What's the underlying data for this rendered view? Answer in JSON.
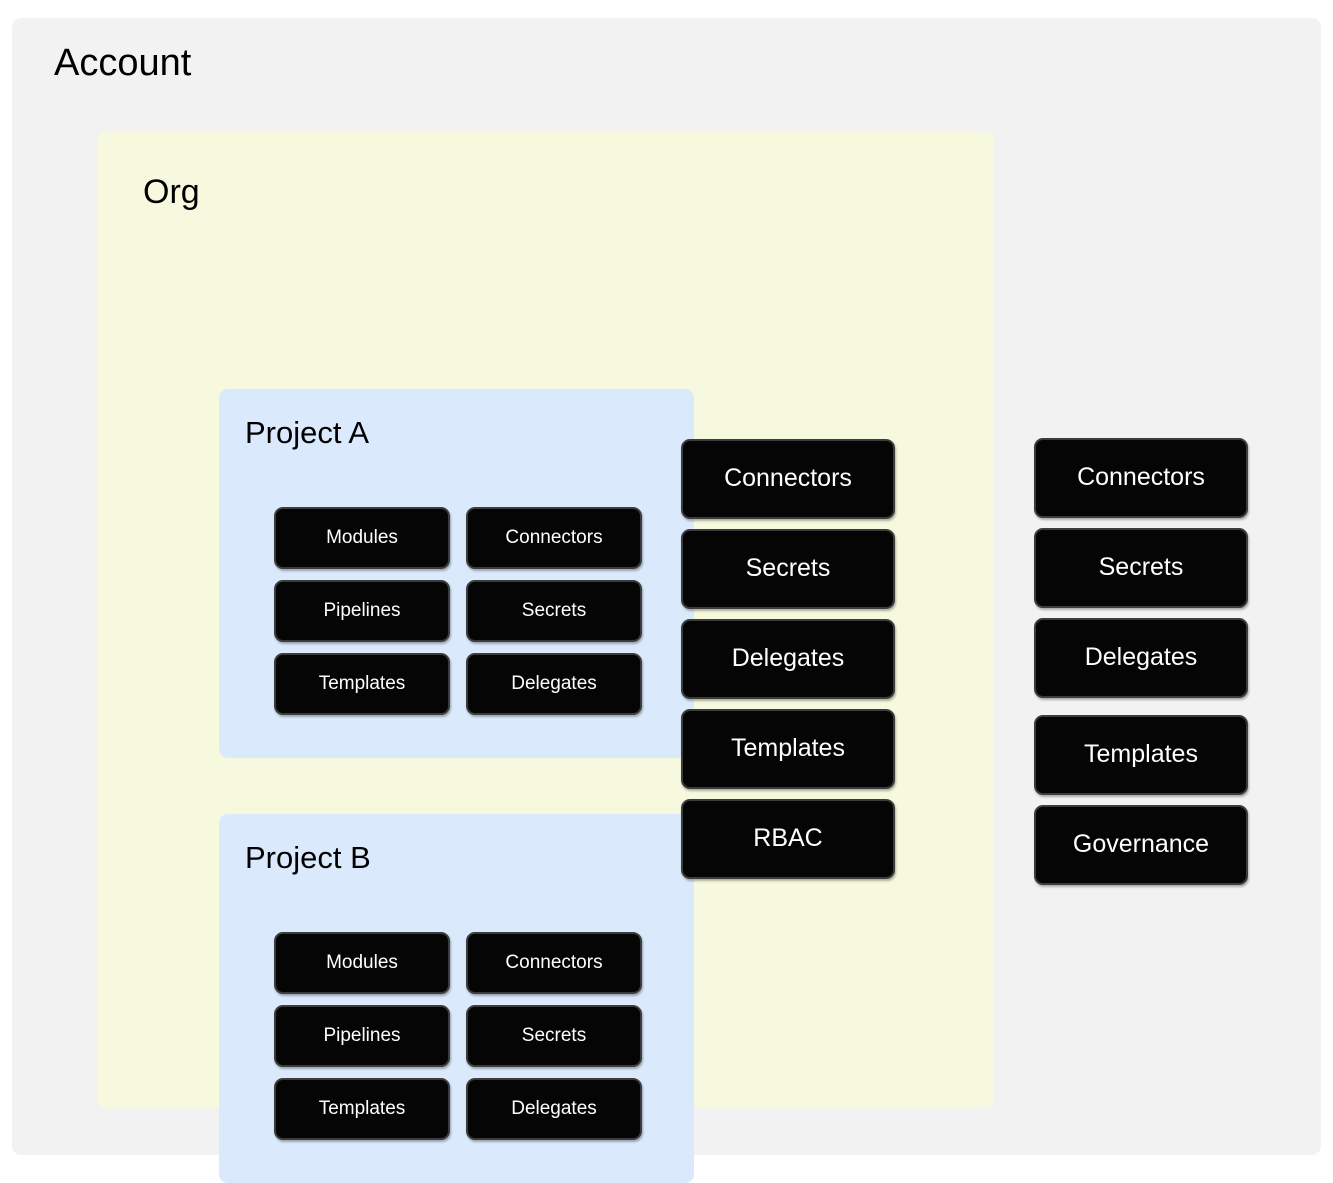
{
  "diagram": {
    "type": "nested-scope-diagram",
    "background_color": "#ffffff"
  },
  "account": {
    "title": "Account",
    "background_color": "#f2f2f2",
    "resources": [
      {
        "label": "Connectors"
      },
      {
        "label": "Secrets"
      },
      {
        "label": "Delegates"
      },
      {
        "label": "Templates"
      },
      {
        "label": "Governance"
      }
    ]
  },
  "org": {
    "title": "Org",
    "background_color": "#f6f9dd",
    "resources": [
      {
        "label": "Connectors"
      },
      {
        "label": "Secrets"
      },
      {
        "label": "Delegates"
      },
      {
        "label": "Templates"
      },
      {
        "label": "RBAC"
      }
    ]
  },
  "projects": [
    {
      "title": "Project A",
      "background_color": "#daeafc",
      "resources_left": [
        {
          "label": "Modules"
        },
        {
          "label": "Pipelines"
        },
        {
          "label": "Templates"
        }
      ],
      "resources_right": [
        {
          "label": "Connectors"
        },
        {
          "label": "Secrets"
        },
        {
          "label": "Delegates"
        }
      ]
    },
    {
      "title": "Project B",
      "background_color": "#daeafc",
      "resources_left": [
        {
          "label": "Modules"
        },
        {
          "label": "Pipelines"
        },
        {
          "label": "Templates"
        }
      ],
      "resources_right": [
        {
          "label": "Connectors"
        },
        {
          "label": "Secrets"
        },
        {
          "label": "Delegates"
        }
      ]
    }
  ],
  "pill_style": {
    "fill_color": "#050505",
    "text_color": "#ffffff",
    "border_color": "#3c3c3c"
  }
}
